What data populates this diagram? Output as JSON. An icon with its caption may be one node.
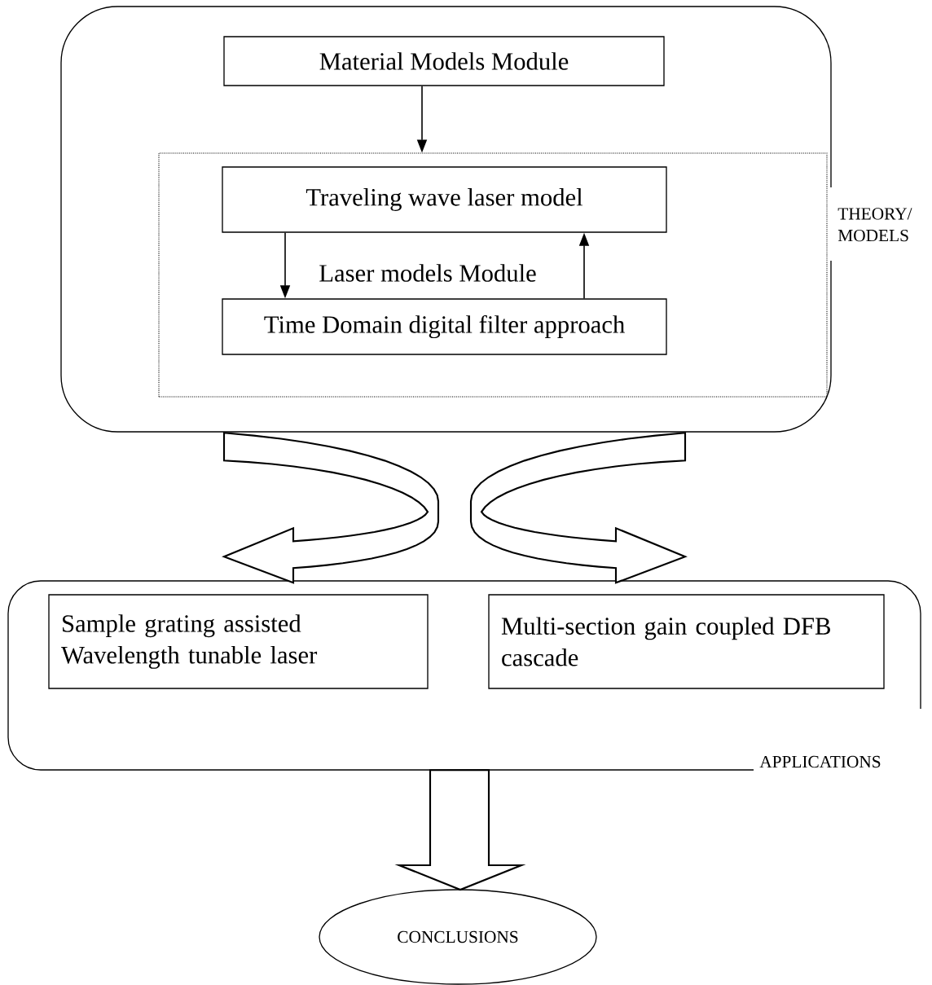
{
  "diagram": {
    "nodes": [
      {
        "text": [
          "THEORY/ MODELS"
        ]
      },
      {
        "text": [
          "Material Models Module"
        ],
        "in": 0
      },
      {
        "text": [
          "Laser models Module"
        ],
        "in": 0
      },
      {
        "text": [
          "Traveling wave laser model"
        ],
        "in": 2
      },
      {
        "text": [
          "Time Domain digital filter approach"
        ],
        "in": 2
      },
      {
        "text": [
          "APPLICATIONS"
        ]
      },
      {
        "text": [
          "Sample grating assisted Wavelength tunable laser"
        ],
        "in": 5
      },
      {
        "text": [
          "Multi-section gain coupled DFB cascade"
        ],
        "in": 5
      },
      {
        "text": [
          "CONCLUSIONS"
        ]
      }
    ],
    "edges": [
      {
        "from": 1,
        "to": 2,
        "arrow": "to"
      },
      {
        "from": 3,
        "to": 4,
        "arrow": "to"
      },
      {
        "from": 4,
        "to": 3,
        "arrow": "to"
      },
      {
        "from": 0,
        "to": 5,
        "arrow": "to",
        "style": "thick"
      },
      {
        "from": 0,
        "to": 5,
        "arrow": "to",
        "style": "thick"
      },
      {
        "from": 5,
        "to": 8,
        "arrow": "to",
        "style": "thick"
      }
    ]
  }
}
